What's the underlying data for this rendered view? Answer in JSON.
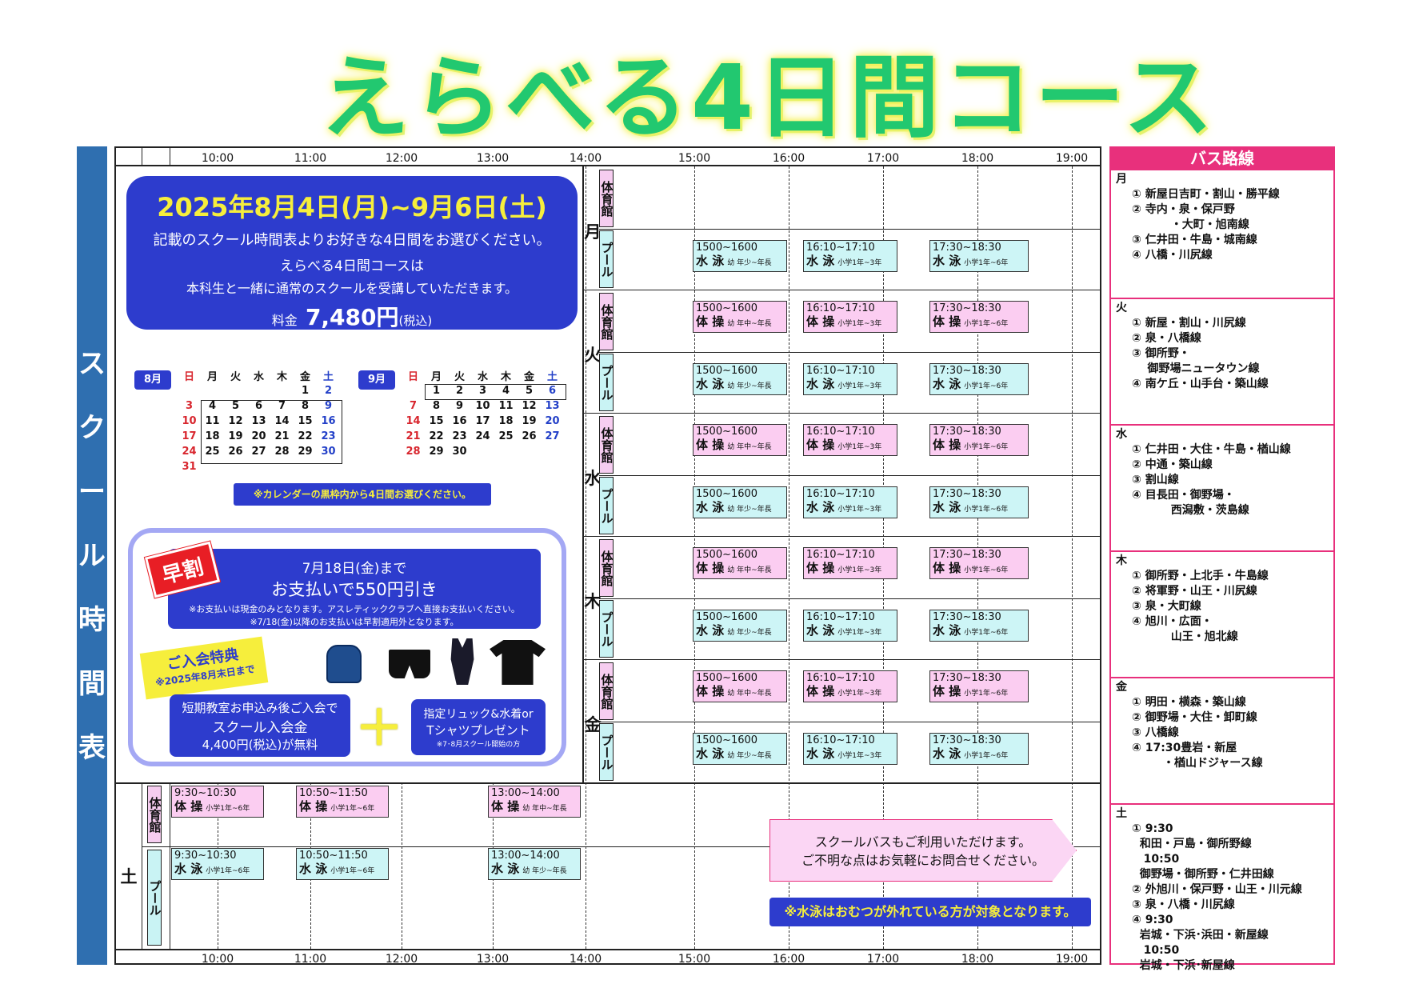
{
  "title": "えらべる4日間コース",
  "side_title": [
    "ス",
    "ク",
    "ー",
    "ル",
    "時",
    "間",
    "表"
  ],
  "times": [
    "10:00",
    "11:00",
    "12:00",
    "13:00",
    "14:00",
    "15:00",
    "16:00",
    "17:00",
    "18:00",
    "19:00"
  ],
  "banner": {
    "period": "2025年8月4日(月)~9月6日(土)",
    "line1": "記載のスクール時間表よりお好きな4日間をお選びください。",
    "line2": "えらべる4日間コースは",
    "line3": "本科生と一緒に通常のスクールを受講していただきます。",
    "fee_label": "料金",
    "fee": "7,480円",
    "fee_tax": "(税込)"
  },
  "cal_aug": {
    "label": "8月",
    "days": [
      "日",
      "月",
      "火",
      "水",
      "木",
      "金",
      "土"
    ],
    "rows": [
      [
        "",
        "",
        "",
        "",
        "",
        "1",
        "2"
      ],
      [
        "3",
        "4",
        "5",
        "6",
        "7",
        "8",
        "9"
      ],
      [
        "10",
        "11",
        "12",
        "13",
        "14",
        "15",
        "16"
      ],
      [
        "17",
        "18",
        "19",
        "20",
        "21",
        "22",
        "23"
      ],
      [
        "24",
        "25",
        "26",
        "27",
        "28",
        "29",
        "30"
      ],
      [
        "31",
        "",
        "",
        "",
        "",
        "",
        ""
      ]
    ]
  },
  "cal_sep": {
    "label": "9月",
    "days": [
      "日",
      "月",
      "火",
      "水",
      "木",
      "金",
      "土"
    ],
    "rows": [
      [
        "",
        "1",
        "2",
        "3",
        "4",
        "5",
        "6"
      ],
      [
        "7",
        "8",
        "9",
        "10",
        "11",
        "12",
        "13"
      ],
      [
        "14",
        "15",
        "16",
        "17",
        "18",
        "19",
        "20"
      ],
      [
        "21",
        "22",
        "23",
        "24",
        "25",
        "26",
        "27"
      ],
      [
        "28",
        "29",
        "30",
        "",
        "",
        "",
        ""
      ]
    ]
  },
  "cal_note": "※カレンダーの黒枠内から4日間お選びください。",
  "early": {
    "badge": "早割",
    "l1": "7月18日(金)まで",
    "l2": "お支払いで550円引き",
    "n1": "※お支払いは現金のみとなります。アスレティッククラブへ直接お支払いください。",
    "n2": "※7/18(金)以降のお支払いは早割適用外となります。"
  },
  "bonus": {
    "badge1": "ご入会特典",
    "badge2": "※2025年8月末日まで",
    "left1": "短期教室お申込み後ご入会で",
    "left2": "スクール入会金",
    "left3": "4,400円(税込)が無料",
    "plus": "＋",
    "right1": "指定リュック&水着or",
    "right2": "Tシャツプレゼント",
    "right3": "※7･8月スクール開始の方"
  },
  "days": [
    "月",
    "火",
    "水",
    "木",
    "金"
  ],
  "sub_gym": "体育館",
  "sub_pool": "プール",
  "slot_times": [
    "1500~1600",
    "16:10~17:10",
    "17:30~18:30"
  ],
  "swim": "水 泳",
  "gym": "体 操",
  "ages": [
    "幼 年少~年長",
    "小学1年~3年",
    "小学1年~6年"
  ],
  "gym_ages": [
    "幼 年中~年長",
    "小学1年~3年",
    "小学1年~6年"
  ],
  "sat": {
    "day": "土",
    "gym": [
      {
        "t": "9:30~10:30",
        "a": "小学1年~6年"
      },
      {
        "t": "10:50~11:50",
        "a": "小学1年~6年"
      },
      {
        "t": "13:00~14:00",
        "a": "幼 年中~年長"
      }
    ],
    "pool": [
      {
        "t": "9:30~10:30",
        "a": "小学1年~6年"
      },
      {
        "t": "10:50~11:50",
        "a": "小学1年~6年"
      },
      {
        "t": "13:00~14:00",
        "a": "幼 年少~年長"
      }
    ]
  },
  "bus_note": {
    "l1": "スクールバスもご利用いただけます。",
    "l2": "ご不明な点はお気軽にお問合せください。"
  },
  "swim_note": "※水泳はおむつが外れている方が対象となります。",
  "bus": {
    "title": "バス路線",
    "sections": [
      {
        "d": "月",
        "lines": [
          "① 新屋日吉町・割山・勝平線",
          "② 寺内・泉・保戸野",
          "          ・大町・旭南線",
          "③ 仁井田・牛島・城南線",
          "④ 八橋・川尻線"
        ]
      },
      {
        "d": "火",
        "lines": [
          "① 新屋・割山・川尻線",
          "② 泉・八橋線",
          "③ 御所野・",
          "    御野場ニュータウン線",
          "④ 南ケ丘・山手台・築山線"
        ]
      },
      {
        "d": "水",
        "lines": [
          "① 仁井田・大住・牛島・楢山線",
          "② 中通・築山線",
          "③ 割山線",
          "④ 目長田・御野場・",
          "          西潟敷・茨島線"
        ]
      },
      {
        "d": "木",
        "lines": [
          "① 御所野・上北手・牛島線",
          "② 将軍野・山王・川尻線",
          "③ 泉・大町線",
          "④ 旭川・広面・",
          "          山王・旭北線"
        ]
      },
      {
        "d": "金",
        "lines": [
          "① 明田・横森・築山線",
          "② 御野場・大住・卸町線",
          "③ 八橋線",
          "④ 17:30豊岩・新屋",
          "        ・楢山ドジャース線"
        ]
      },
      {
        "d": "土",
        "lines": [
          "① 9:30",
          "  和田・戸島・御所野線",
          "   10:50",
          "  御野場・御所野・仁井田線",
          "② 外旭川・保戸野・山王・川元線",
          "③ 泉・八橋・川尻線",
          "④ 9:30",
          "  岩城・下浜･浜田・新屋線",
          "   10:50",
          "  岩城・下浜･新屋線"
        ]
      }
    ]
  }
}
